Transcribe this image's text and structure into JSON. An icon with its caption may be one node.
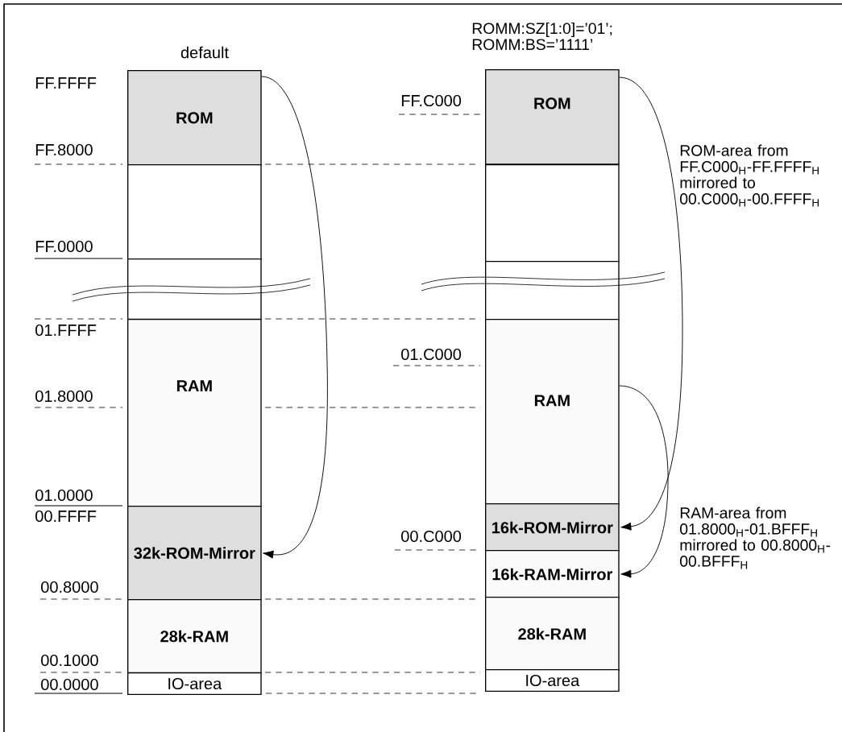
{
  "diagram": {
    "nodes": [
      {
        "text": [
          "ROM"
        ]
      },
      {
        "text": [],
        "shape": "box"
      },
      {
        "text": [],
        "shape": "box"
      },
      {
        "text": [
          "RAM"
        ]
      },
      {
        "text": [
          "32k-ROM-Mirror"
        ]
      },
      {
        "text": [
          "28k-RAM"
        ]
      },
      {
        "text": [
          "IO-area"
        ]
      },
      {
        "text": [
          "ROM"
        ]
      },
      {
        "text": [],
        "shape": "box"
      },
      {
        "text": [],
        "shape": "box"
      },
      {
        "text": [
          "RAM"
        ]
      },
      {
        "text": [
          "16k-ROM-Mirror"
        ]
      },
      {
        "text": [
          "16k-RAM-Mirror"
        ]
      },
      {
        "text": [
          "28k-RAM"
        ]
      },
      {
        "text": [
          "IO-area"
        ]
      }
    ],
    "edges": [
      {
        "from": 0,
        "to": 4,
        "arrow": "to"
      },
      {
        "from": 7,
        "to": 11,
        "arrow": "to"
      },
      {
        "from": 10,
        "to": 12,
        "arrow": "to"
      }
    ],
    "labels": [
      "default",
      "ROMM:SZ[1:0]=’01’; ROMM:BS=’1111’",
      "FF.FFFF",
      "FF.C000",
      "ROM-area from FF.C000$_{H}$-FF.FFFF$_{H}$ mirrored to 00.C000$_{H}$-00.FFFF$_{H}$",
      "FF.8000",
      "FF.0000",
      "01.FFFF",
      "01.C000",
      "01.8000",
      "01.0000",
      "RAM-area from 01.8000$_{H}$-01.BFFF$_{H}$ mirrored to 00.8000$_{H}$-00.BFFF$_{H}$",
      "00.FFFF",
      "00.C000",
      "00.8000",
      "00.1000",
      "00.0000"
    ]
  }
}
